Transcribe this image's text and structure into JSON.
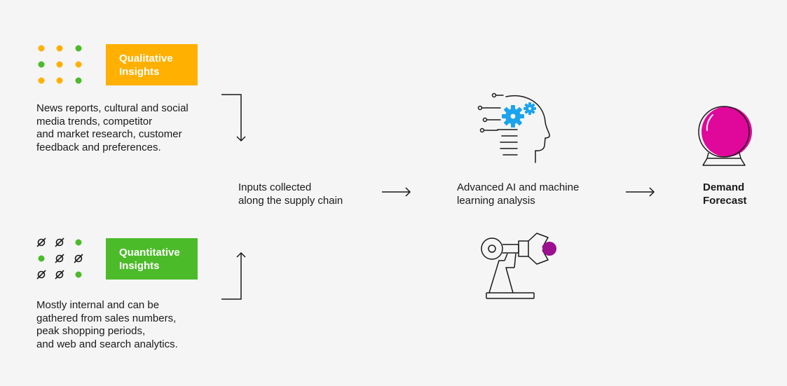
{
  "colors": {
    "background": "#f5f5f5",
    "qualitative": "#ffb000",
    "quantitative": "#4cbb2a",
    "gear_blue": "#1aa3ef",
    "orb_magenta": "#e0079b",
    "robot_purple": "#9c0f8f",
    "ink": "#1a1a1a"
  },
  "qualitative": {
    "title": "Qualitative\nInsights",
    "description": "News reports, cultural and social\nmedia trends, competitor\nand market research, customer\nfeedback and preferences."
  },
  "quantitative": {
    "title": "Quantitative\nInsights",
    "description": "Mostly internal and can be\ngathered from sales numbers,\npeak shopping periods,\nand web and search analytics."
  },
  "flow": {
    "inputs_label": "Inputs collected\nalong the supply chain",
    "analysis_label": "Advanced AI and machine\nlearning analysis",
    "output_label": "Demand\nForecast"
  },
  "icons": {
    "qualitative_dots": "dot-grid-icon",
    "quantitative_dots": "dot-grid-with-empty-set-symbols-icon",
    "head": "ai-head-with-gears-icon",
    "robot": "robotic-arm-icon",
    "orb": "crystal-ball-icon",
    "arrows": "arrow-icon"
  }
}
